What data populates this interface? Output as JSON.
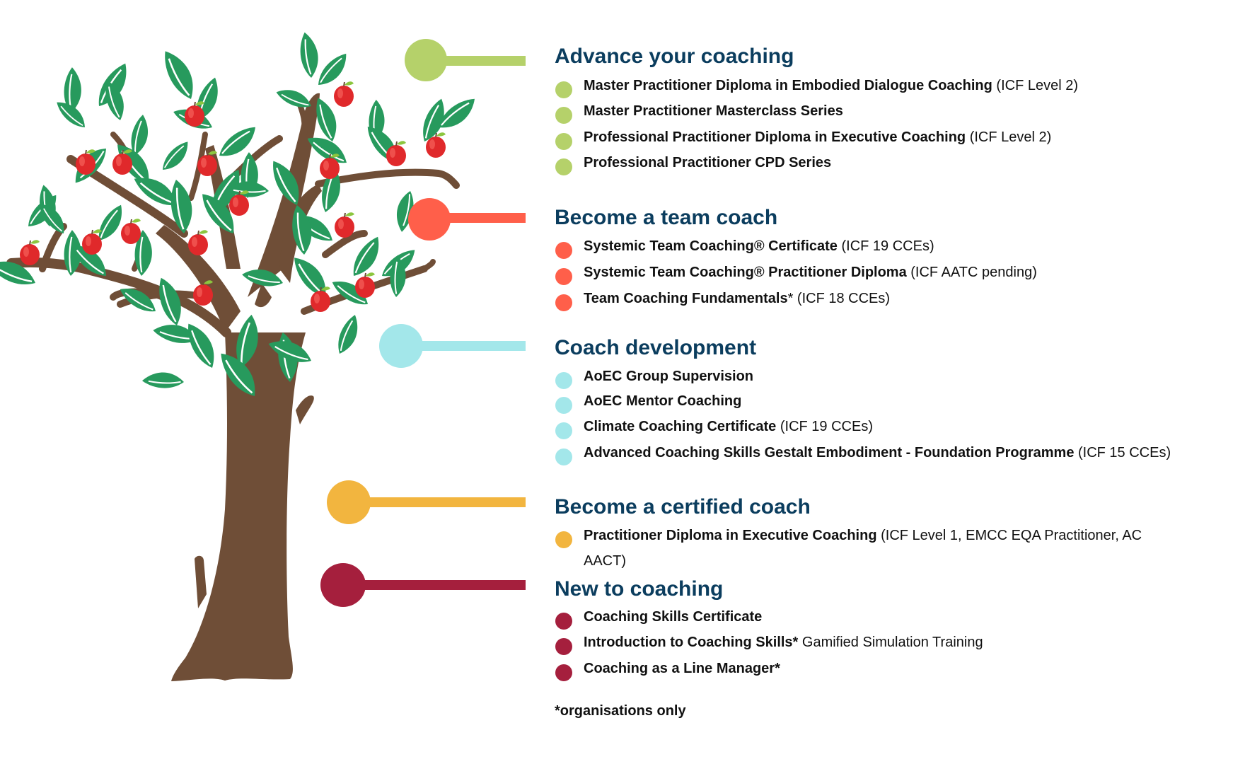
{
  "colors": {
    "heading": "#0B3D5E",
    "trunk": "#6F4E37",
    "leaf": "#279A5D",
    "apple": "#E0292B"
  },
  "sections": [
    {
      "heading": "Advance your coaching",
      "color": "#B5D16A",
      "items": [
        {
          "title": "Master Practitioner Diploma in Embodied Dialogue Coaching",
          "note": " (ICF Level 2)"
        },
        {
          "title": "Master Practitioner Masterclass Series",
          "note": ""
        },
        {
          "title": "Professional Practitioner Diploma in Executive Coaching",
          "note": " (ICF Level 2)"
        },
        {
          "title": "Professional Practitioner CPD Series",
          "note": ""
        }
      ]
    },
    {
      "heading": "Become a team coach",
      "color": "#FF5F4A",
      "items": [
        {
          "title": "Systemic Team Coaching® Certificate",
          "note": " (ICF 19 CCEs)"
        },
        {
          "title": "Systemic Team Coaching® Practitioner Diploma",
          "note": " (ICF AATC pending)"
        },
        {
          "title": "Team Coaching Fundamentals",
          "note": "* (ICF 18 CCEs)"
        }
      ]
    },
    {
      "heading": "Coach development",
      "color": "#A3E7EA",
      "items": [
        {
          "title": "AoEC Group Supervision",
          "note": ""
        },
        {
          "title": "AoEC Mentor Coaching",
          "note": ""
        },
        {
          "title": "Climate Coaching Certificate",
          "note": " (ICF 19 CCEs)"
        },
        {
          "title": "Advanced Coaching Skills Gestalt Embodiment - Foundation Programme",
          "note": " (ICF 15 CCEs)"
        }
      ]
    },
    {
      "heading": "Become a certified coach",
      "color": "#F2B53F",
      "items": [
        {
          "title": "Practitioner Diploma in Executive Coaching",
          "note": " (ICF Level 1, EMCC EQA Practitioner, AC AACT)"
        }
      ]
    },
    {
      "heading": "New to coaching",
      "color": "#A51F3D",
      "items": [
        {
          "title": "Coaching Skills Certificate",
          "note": ""
        },
        {
          "title": "Introduction to Coaching Skills*",
          "note": " Gamified Simulation Training"
        },
        {
          "title": "Coaching as a Line Manager*",
          "note": ""
        }
      ]
    }
  ],
  "footnote": "*organisations only"
}
